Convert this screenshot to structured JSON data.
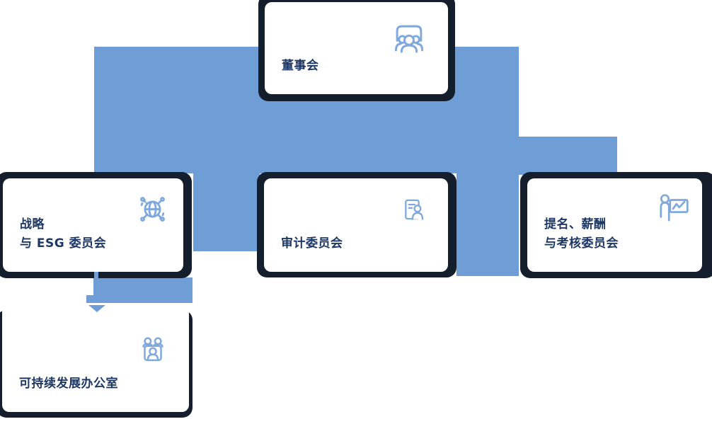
{
  "colors": {
    "connector": "#6f9dd5",
    "panel": "#151e2c",
    "card": "#ffffff",
    "text": "#1e3866",
    "icon": "#7fa8dc"
  },
  "org_chart": {
    "nodes": [
      {
        "id": "board",
        "lines": [
          "董事会"
        ],
        "icon": "board-meeting-icon"
      },
      {
        "id": "strategy-esg-committee",
        "lines": [
          "战略",
          "与 ESG 委员会"
        ],
        "icon": "globe-network-icon"
      },
      {
        "id": "audit-committee",
        "lines": [
          "审计委员会"
        ],
        "icon": "audit-report-icon"
      },
      {
        "id": "nomination-remuneration-assessment-committee",
        "lines": [
          "提名、薪酬",
          "与考核委员会"
        ],
        "icon": "presenter-chart-icon"
      },
      {
        "id": "sustainability-office",
        "lines": [
          "可持续发展办公室"
        ],
        "icon": "team-people-icon"
      }
    ],
    "edges": [
      {
        "from": "board",
        "to": "strategy-esg-committee"
      },
      {
        "from": "board",
        "to": "audit-committee"
      },
      {
        "from": "board",
        "to": "nomination-remuneration-assessment-committee"
      },
      {
        "from": "strategy-esg-committee",
        "to": "sustainability-office"
      }
    ]
  }
}
